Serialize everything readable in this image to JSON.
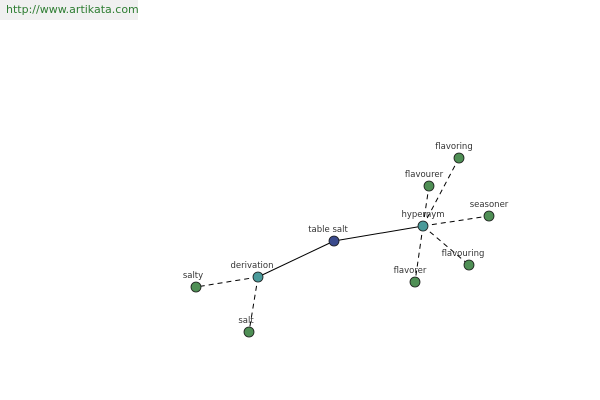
{
  "header": {
    "url": "http://www.artikata.com"
  },
  "graph": {
    "colors": {
      "center": "#3a4a8c",
      "relation": "#4a9a9a",
      "word": "#4f8f55",
      "edge": "#000000"
    },
    "nodes": [
      {
        "id": "table-salt",
        "label": "table salt",
        "kind": "center"
      },
      {
        "id": "hypernym",
        "label": "hypernym",
        "kind": "relation"
      },
      {
        "id": "derivation",
        "label": "derivation",
        "kind": "relation"
      },
      {
        "id": "flavoring",
        "label": "flavoring",
        "kind": "word"
      },
      {
        "id": "flavourer",
        "label": "flavourer",
        "kind": "word"
      },
      {
        "id": "seasoner",
        "label": "seasoner",
        "kind": "word"
      },
      {
        "id": "flavouring",
        "label": "flavouring",
        "kind": "word"
      },
      {
        "id": "flavorer",
        "label": "flavorer",
        "kind": "word"
      },
      {
        "id": "salty",
        "label": "salty",
        "kind": "word"
      },
      {
        "id": "salt",
        "label": "salt",
        "kind": "word"
      }
    ],
    "edges": [
      {
        "from": "table-salt",
        "to": "hypernym",
        "style": "solid"
      },
      {
        "from": "table-salt",
        "to": "derivation",
        "style": "solid"
      },
      {
        "from": "hypernym",
        "to": "flavoring",
        "style": "dashed"
      },
      {
        "from": "hypernym",
        "to": "flavourer",
        "style": "dashed"
      },
      {
        "from": "hypernym",
        "to": "seasoner",
        "style": "dashed"
      },
      {
        "from": "hypernym",
        "to": "flavouring",
        "style": "dashed"
      },
      {
        "from": "hypernym",
        "to": "flavorer",
        "style": "dashed"
      },
      {
        "from": "derivation",
        "to": "salty",
        "style": "dashed"
      },
      {
        "from": "derivation",
        "to": "salt",
        "style": "dashed"
      }
    ]
  }
}
